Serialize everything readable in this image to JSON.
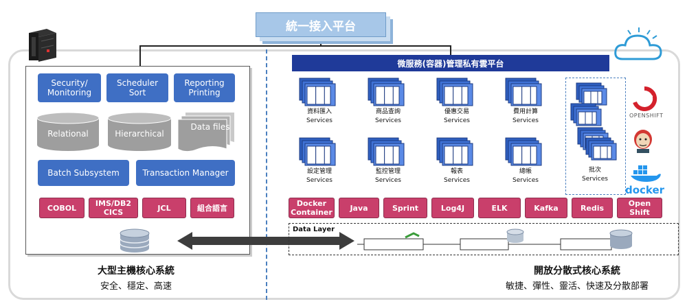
{
  "top_title": "統一接入平台",
  "left": {
    "top_buttons": [
      {
        "label": "Security/\nMonitoring"
      },
      {
        "label": "Scheduler\nSort"
      },
      {
        "label": "Reporting\nPrinting"
      }
    ],
    "storage": {
      "relational": "Relational",
      "hierarchical": "Hierarchical",
      "data_files": "Data files"
    },
    "subsystems": {
      "batch": "Batch Subsystem",
      "transaction": "Transaction Manager"
    },
    "languages": [
      "COBOL",
      "IMS/DB2\nCICS",
      "JCL",
      "組合語言"
    ],
    "caption_title": "大型主機核心系統",
    "caption_sub": "安全、穩定、高速"
  },
  "right": {
    "platform_title": "微服務(容器)管理私有雲平台",
    "services_row1": [
      "資料匯入\nServices",
      "商品查詢\nServices",
      "優惠交易\nServices",
      "費用計算\nServices"
    ],
    "services_row2": [
      "設定管理\nServices",
      "監控管理\nServices",
      "報表\nServices",
      "總帳\nServices"
    ],
    "batch_services": "批次\nServices",
    "tech": [
      "Docker\nContainer",
      "Java",
      "Sprint",
      "Log4J",
      "ELK",
      "Kafka",
      "Redis",
      "Open\nShift"
    ],
    "data_layer": "Data Layer",
    "brands": {
      "openshift": "OPENSHIFT",
      "docker": "docker"
    },
    "caption_title": "開放分散式核心系統",
    "caption_sub": "敏捷、彈性、靈活、快速及分散部署"
  },
  "colors": {
    "blue_btn": "#3f6fc4",
    "red_btn": "#c93f6b",
    "navy_header": "#1f3a99",
    "cylinder": "#9e9e9e"
  }
}
